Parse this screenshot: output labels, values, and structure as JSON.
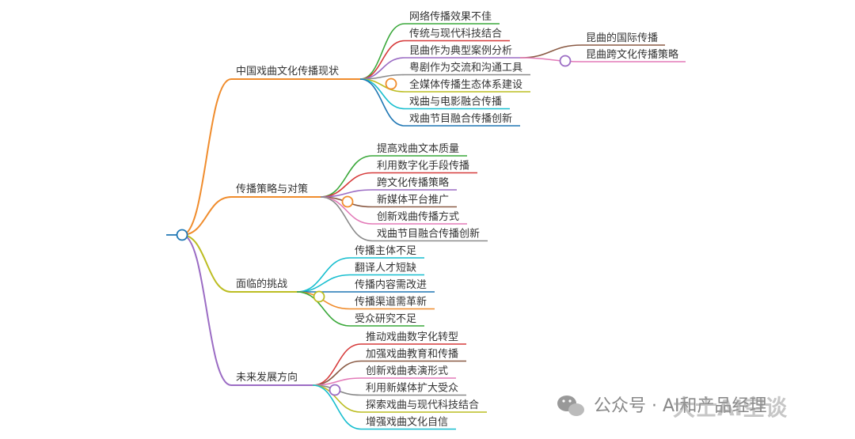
{
  "mindmap": {
    "branches": [
      {
        "label": "中国戏曲文化传播现状",
        "color": "#f08c2c",
        "children": [
          {
            "label": "网络传播效果不佳",
            "color": "#3aa83a"
          },
          {
            "label": "传统与现代科技结合",
            "color": "#d63a3a"
          },
          {
            "label": "昆曲作为典型案例分析",
            "color": "#9b6cc4",
            "children": [
              {
                "label": "昆曲的国际传播",
                "color": "#8a5a44"
              },
              {
                "label": "昆曲跨文化传播策略",
                "color": "#e37ab8"
              }
            ]
          },
          {
            "label": "粤剧作为交流和沟通工具",
            "color": "#8a8a8a"
          },
          {
            "label": "全媒体传播生态体系建设",
            "color": "#bcbd22"
          },
          {
            "label": "戏曲与电影融合传播",
            "color": "#17becf"
          },
          {
            "label": "戏曲节目融合传播创新",
            "color": "#1f77b4"
          }
        ]
      },
      {
        "label": "传播策略与对策",
        "color": "#f08c2c",
        "children": [
          {
            "label": "提高戏曲文本质量",
            "color": "#3aa83a"
          },
          {
            "label": "利用数字化手段传播",
            "color": "#d63a3a"
          },
          {
            "label": "跨文化传播策略",
            "color": "#9b6cc4"
          },
          {
            "label": "新媒体平台推广",
            "color": "#8a5a44"
          },
          {
            "label": "创新戏曲传播方式",
            "color": "#e37ab8"
          },
          {
            "label": "戏曲节目融合传播创新",
            "color": "#8a8a8a"
          }
        ]
      },
      {
        "label": "面临的挑战",
        "color": "#bcbd22",
        "children": [
          {
            "label": "传播主体不足",
            "color": "#17becf"
          },
          {
            "label": "翻译人才短缺",
            "color": "#17becf"
          },
          {
            "label": "传播内容需改进",
            "color": "#1f77b4"
          },
          {
            "label": "传播渠道需革新",
            "color": "#f08c2c"
          },
          {
            "label": "受众研究不足",
            "color": "#3aa83a"
          }
        ]
      },
      {
        "label": "未来发展方向",
        "color": "#9b6cc4",
        "children": [
          {
            "label": "推动戏曲数字化转型",
            "color": "#d63a3a"
          },
          {
            "label": "加强戏曲教育和传播",
            "color": "#8a5a44"
          },
          {
            "label": "创新戏曲表演形式",
            "color": "#e37ab8"
          },
          {
            "label": "利用新媒体扩大受众",
            "color": "#8a8a8a"
          },
          {
            "label": "探索戏曲与现代科技结合",
            "color": "#bcbd22"
          },
          {
            "label": "增强戏曲文化自信",
            "color": "#17becf"
          }
        ]
      }
    ]
  },
  "watermark": {
    "account": "公众号 · AI和产品经理",
    "overlay": "大士AI空谈"
  },
  "colors": {
    "root": "#1f77b4",
    "text": "#333333"
  }
}
